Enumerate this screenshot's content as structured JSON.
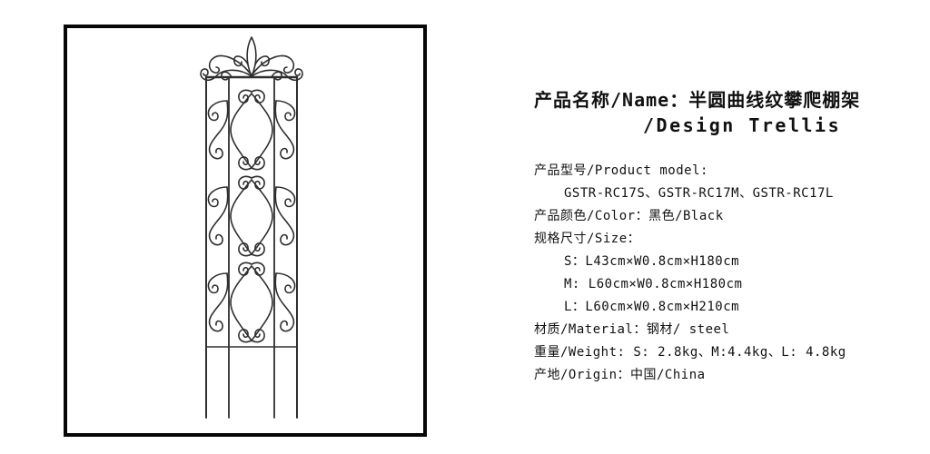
{
  "title": {
    "line1": "产品名称/Name：半圆曲线纹攀爬棚架",
    "line2": "/Design Trellis"
  },
  "specs": {
    "model_label": "产品型号/Product model:",
    "model_values": "GSTR-RC17S、GSTR-RC17M、GSTR-RC17L",
    "color": "产品颜色/Color：黑色/Black",
    "size_label": "规格尺寸/Size：",
    "size_s": "S：L43cm×W0.8cm×H180cm",
    "size_m": "M: L60cm×W0.8cm×H180cm",
    "size_l": "L：L60cm×W0.8cm×H210cm",
    "material": "材质/Material：钢材/ steel",
    "weight": "重量/Weight: S: 2.8kg、M:4.4kg、L: 4.8kg",
    "origin": "产地/Origin：中国/China"
  },
  "colors": {
    "background": "#ffffff",
    "frame_border": "#060606",
    "drawing_line": "#2e2e2e",
    "text_ink": "#111111"
  }
}
